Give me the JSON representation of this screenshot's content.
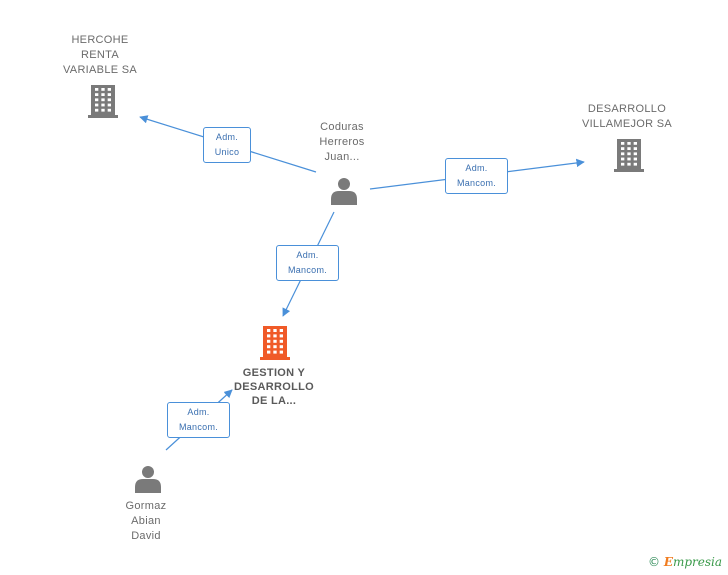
{
  "nodes": {
    "hercohe": {
      "lines": [
        "HERCOHE",
        "RENTA",
        "VARIABLE SA"
      ],
      "kind": "company"
    },
    "villamejor": {
      "lines": [
        "DESARROLLO",
        "VILLAMEJOR SA"
      ],
      "kind": "company"
    },
    "coduras": {
      "lines": [
        "Coduras",
        "Herreros",
        "Juan..."
      ],
      "kind": "person"
    },
    "gestion": {
      "lines": [
        "GESTION Y",
        "DESARROLLO",
        "DE LA..."
      ],
      "kind": "company-main"
    },
    "gormaz": {
      "lines": [
        "Gormaz",
        "Abian",
        "David"
      ],
      "kind": "person"
    }
  },
  "edges": {
    "coduras_hercohe": {
      "lines": [
        "Adm.",
        "Unico"
      ]
    },
    "coduras_villamejor": {
      "lines": [
        "Adm.",
        "Mancom."
      ]
    },
    "coduras_gestion": {
      "lines": [
        "Adm.",
        "Mancom."
      ]
    },
    "gormaz_gestion": {
      "lines": [
        "Adm.",
        "Mancom."
      ]
    }
  },
  "colors": {
    "edge": "#4a90d9",
    "icon": "#7a7a7a",
    "main_icon": "#f05a28"
  },
  "brand": {
    "copyright": "©",
    "initial": "E",
    "rest": "mpresia"
  }
}
